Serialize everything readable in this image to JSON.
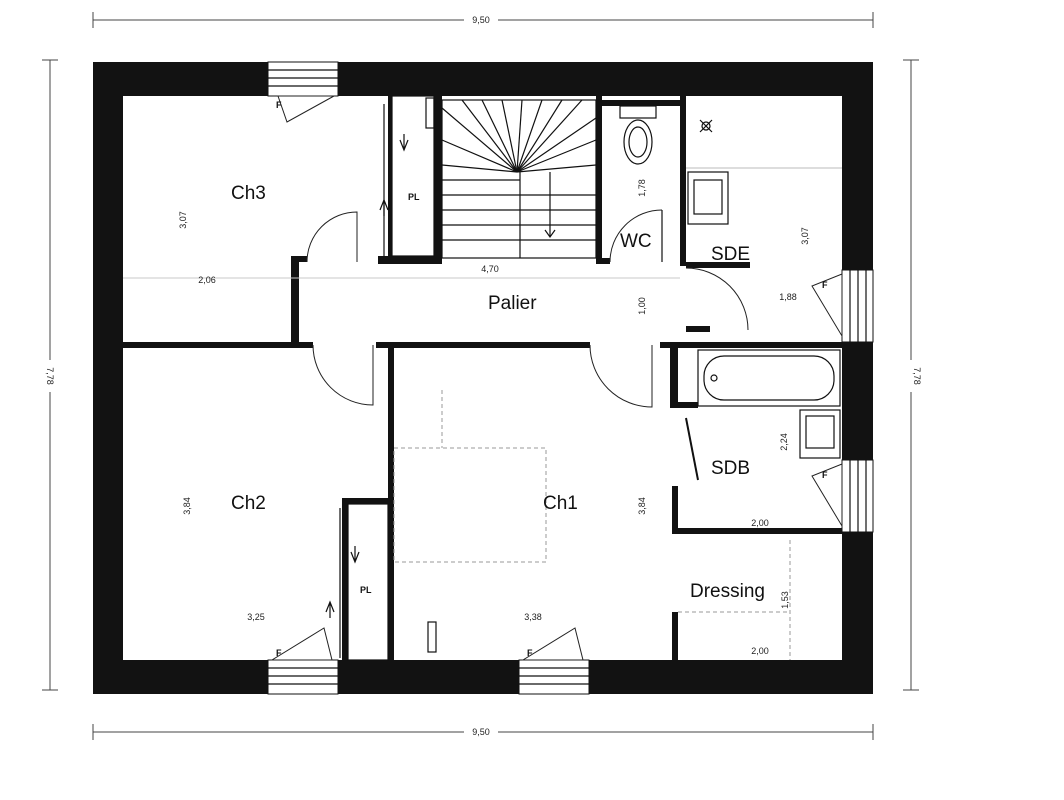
{
  "rooms": {
    "ch3": "Ch3",
    "ch2": "Ch2",
    "ch1": "Ch1",
    "palier": "Palier",
    "wc": "WC",
    "sde": "SDE",
    "sdb": "SDB",
    "dressing": "Dressing"
  },
  "closets": {
    "pl_top": "PL",
    "pl_bottom": "PL"
  },
  "windows": {
    "f_ch3": "F",
    "f_sde": "F",
    "f_sdb": "F",
    "f_ch2": "F",
    "f_ch1": "F"
  },
  "dimensions": {
    "overall_width_top": "9,50",
    "overall_width_bottom": "9,50",
    "overall_height_left": "7,78",
    "overall_height_right": "7,78",
    "ch3_height": "3,07",
    "ch3_width": "2,06",
    "palier_width": "4,70",
    "palier_height": "1,00",
    "wc_height": "1,78",
    "sde_height": "3,07",
    "sde_width": "1,88",
    "ch2_height": "3,84",
    "ch2_width": "3,25",
    "ch1_height": "3,84",
    "ch1_width": "3,38",
    "sdb_height": "2,24",
    "sdb_width": "2,00",
    "dressing_height": "1,53",
    "dressing_width": "2,00"
  }
}
